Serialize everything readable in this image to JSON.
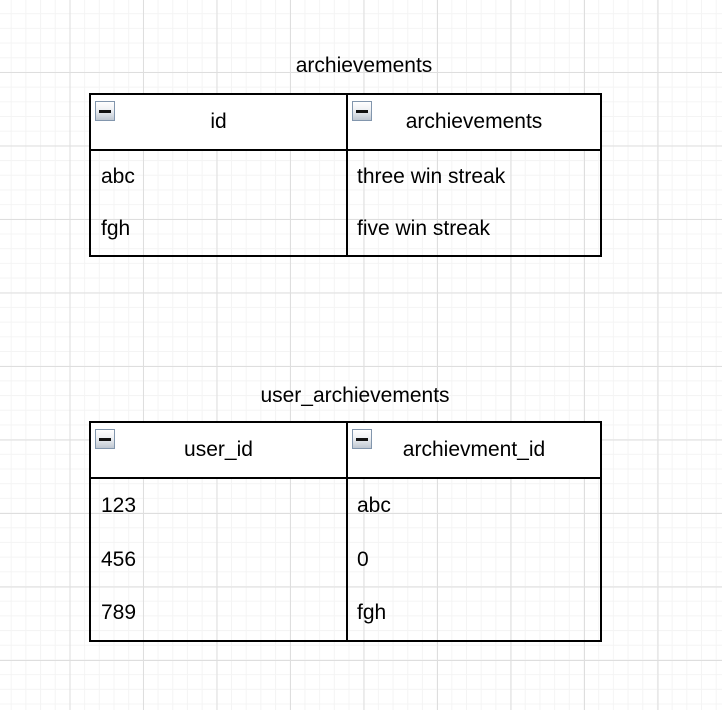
{
  "canvas": {
    "background_color": "#ffffff",
    "grid_minor_color": "#f4f4f4",
    "grid_major_color": "#dedede"
  },
  "colors": {
    "table_border": "#000000",
    "header_fill": "#ffffff",
    "collapse_icon_border": "#8296ad",
    "text": "#000000"
  },
  "icons": {
    "collapse": "collapse-minus-icon"
  },
  "tables": [
    {
      "title": "archievements",
      "columns": [
        {
          "header": "id",
          "cells": [
            "abc",
            "fgh"
          ]
        },
        {
          "header": "archievements",
          "cells": [
            "three win streak",
            "five win streak"
          ]
        }
      ]
    },
    {
      "title": "user_archievements",
      "columns": [
        {
          "header": "user_id",
          "cells": [
            "123",
            "456",
            "789"
          ]
        },
        {
          "header": "archievment_id",
          "cells": [
            "abc",
            "0",
            "fgh"
          ]
        }
      ]
    }
  ]
}
